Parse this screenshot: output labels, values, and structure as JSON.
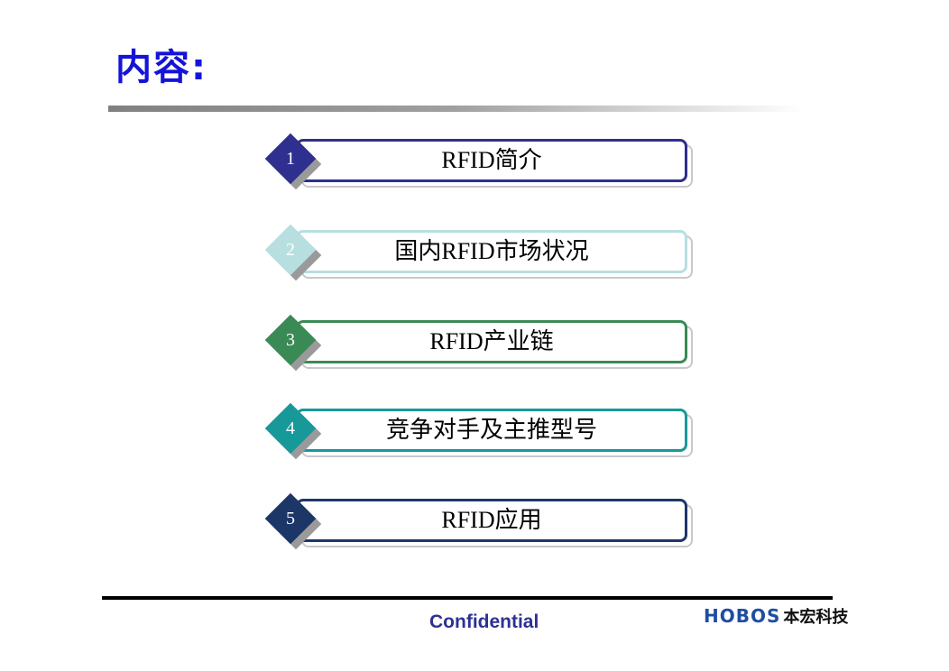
{
  "title": "内容:",
  "items": [
    {
      "number": "1",
      "label": "RFID简介",
      "color": "#2e2f8e"
    },
    {
      "number": "2",
      "label": "国内RFID市场状况",
      "color": "#b7dfe0"
    },
    {
      "number": "3",
      "label": "RFID产业链",
      "color": "#3a8a55"
    },
    {
      "number": "4",
      "label": "竞争对手及主推型号",
      "color": "#17999a"
    },
    {
      "number": "5",
      "label": "RFID应用",
      "color": "#1c3668"
    }
  ],
  "footer": {
    "confidential": "Confidential",
    "logo_en": "HOBOS",
    "logo_cn": "本宏科技"
  }
}
